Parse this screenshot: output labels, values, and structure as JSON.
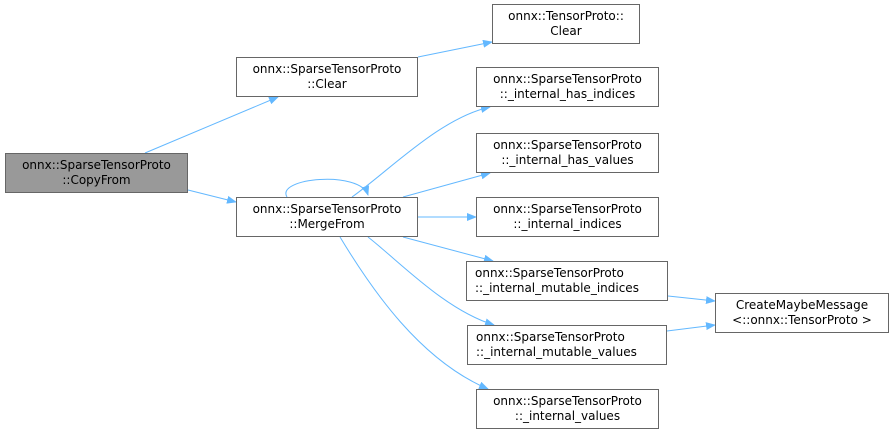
{
  "diagram": {
    "type": "call-graph",
    "edge_color": "#63b8ff",
    "root_fill": "#999999",
    "nodes": {
      "copyfrom": {
        "line1": "onnx::SparseTensorProto",
        "line2": "::CopyFrom"
      },
      "clear": {
        "line1": "onnx::SparseTensorProto",
        "line2": "::Clear"
      },
      "mergefrom": {
        "line1": "onnx::SparseTensorProto",
        "line2": "::MergeFrom"
      },
      "tensor_clear": {
        "line1": "onnx::TensorProto::",
        "line2": "Clear"
      },
      "has_indices": {
        "line1": "onnx::SparseTensorProto",
        "line2": "::_internal_has_indices"
      },
      "has_values": {
        "line1": "onnx::SparseTensorProto",
        "line2": "::_internal_has_values"
      },
      "internal_indices": {
        "line1": "onnx::SparseTensorProto",
        "line2": "::_internal_indices"
      },
      "mutable_indices": {
        "line1": "onnx::SparseTensorProto",
        "line2": "::_internal_mutable_indices"
      },
      "mutable_values": {
        "line1": "onnx::SparseTensorProto",
        "line2": "::_internal_mutable_values"
      },
      "internal_values": {
        "line1": "onnx::SparseTensorProto",
        "line2": "::_internal_values"
      },
      "create_maybe": {
        "line1": "CreateMaybeMessage",
        "line2": "<::onnx::TensorProto >"
      }
    }
  }
}
